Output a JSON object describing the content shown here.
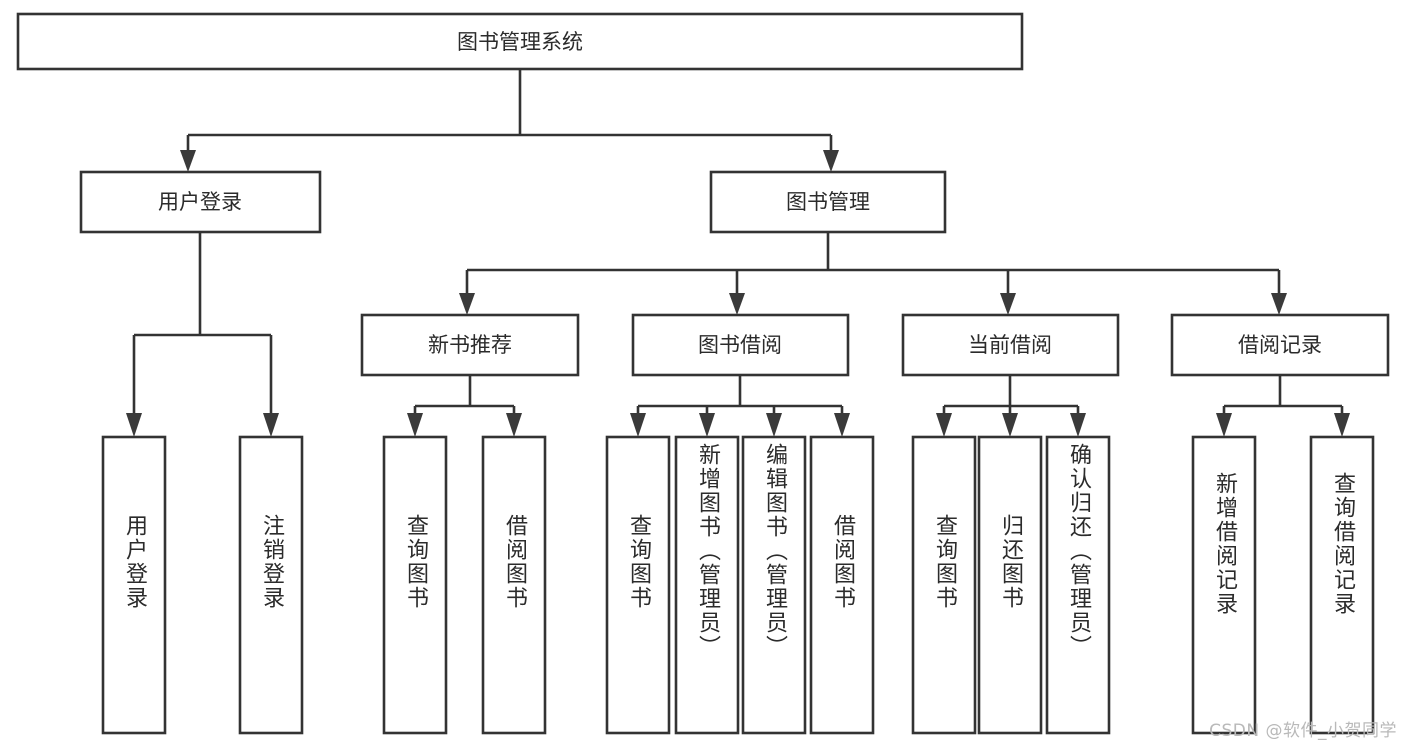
{
  "diagram": {
    "type": "tree-hierarchy",
    "title": "图书管理系统",
    "watermark": "CSDN @软件_小贺同学",
    "colors": {
      "stroke": "#333333",
      "text": "#2b2b2b",
      "background": "#ffffff",
      "arrow": "#3a3a3a",
      "watermark": "#b9b9b9"
    },
    "root": {
      "label": "图书管理系统"
    },
    "level2": [
      {
        "label": "用户登录"
      },
      {
        "label": "图书管理"
      }
    ],
    "level3": [
      {
        "label": "新书推荐"
      },
      {
        "label": "图书借阅"
      },
      {
        "label": "当前借阅"
      },
      {
        "label": "借阅记录"
      }
    ],
    "leaves": {
      "user_login": [
        {
          "label": "用户登录"
        },
        {
          "label": "注销登录"
        }
      ],
      "new_book_recommend": [
        {
          "label": "查询图书"
        },
        {
          "label": "借阅图书"
        }
      ],
      "book_borrow": [
        {
          "label": "查询图书"
        },
        {
          "label": "新增图书（管理员）"
        },
        {
          "label": "编辑图书（管理员）"
        },
        {
          "label": "借阅图书"
        }
      ],
      "current_borrow": [
        {
          "label": "查询图书"
        },
        {
          "label": "归还图书"
        },
        {
          "label": "确认归还（管理员）"
        }
      ],
      "borrow_record": [
        {
          "label": "新增借阅记录"
        },
        {
          "label": "查询借阅记录"
        }
      ]
    }
  }
}
